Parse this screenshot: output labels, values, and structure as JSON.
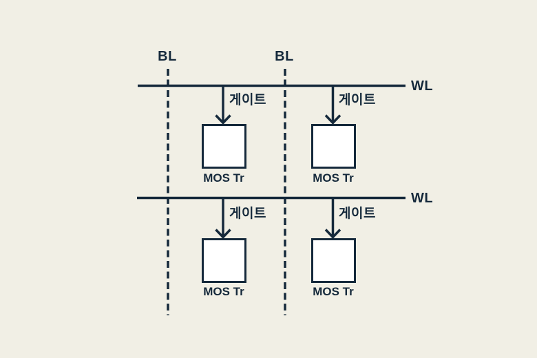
{
  "diagram": {
    "type": "memory-cell-array",
    "colors": {
      "background": "#f1efe5",
      "ink": "#15293b",
      "cell_fill": "#ffffff"
    },
    "bit_lines": [
      {
        "label": "BL"
      },
      {
        "label": "BL"
      }
    ],
    "word_lines": [
      {
        "label": "WL"
      },
      {
        "label": "WL"
      }
    ],
    "cells": [
      {
        "gate_label": "게이트",
        "name_label": "MOS Tr"
      },
      {
        "gate_label": "게이트",
        "name_label": "MOS Tr"
      },
      {
        "gate_label": "게이트",
        "name_label": "MOS Tr"
      },
      {
        "gate_label": "게이트",
        "name_label": "MOS Tr"
      }
    ]
  }
}
